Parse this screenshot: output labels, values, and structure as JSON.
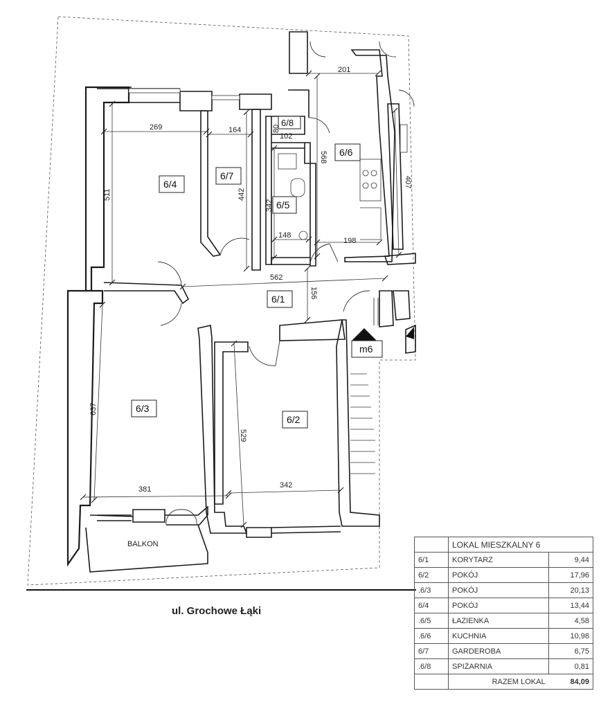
{
  "rooms": {
    "r61": "6/1",
    "r62": "6/2",
    "r63": "6/3",
    "r64": "6/4",
    "r65": "6/5",
    "r66": "6/6",
    "r67": "6/7",
    "r68": "6/8"
  },
  "dims": {
    "d201": "201",
    "d269": "269",
    "d164": "164",
    "d102": "102",
    "d80": "80",
    "d568": "568",
    "d511": "511",
    "d442": "442",
    "d342v": "342",
    "d148": "148",
    "d198": "198",
    "d407": "407",
    "d562": "562",
    "d156": "156",
    "d637": "637",
    "d529": "529",
    "d381": "381",
    "d342h": "342"
  },
  "labels": {
    "staircase": "m6",
    "balcony": "BALKON",
    "street": "ul. Grochowe Łąki"
  },
  "legend": {
    "title": "LOKAL MIESZKALNY 6",
    "rows": [
      {
        "code": "6/1",
        "name": "KORYTARZ",
        "area": "9,44"
      },
      {
        "code": "6/2",
        "name": "POKÓJ",
        "area": "17,96"
      },
      {
        "code": ".6/3",
        "name": "POKÓJ",
        "area": "20,13"
      },
      {
        "code": "6/4",
        "name": "POKÓJ",
        "area": "13,44"
      },
      {
        "code": ".6/5",
        "name": "ŁAZIENKA",
        "area": "4,58"
      },
      {
        "code": ".6/6",
        "name": "KUCHNIA",
        "area": "10,98"
      },
      {
        "code": "6/7",
        "name": "GARDEROBA",
        "area": "6,75"
      },
      {
        "code": ".6/8",
        "name": "SPIŻARNIA",
        "area": "0,81"
      }
    ],
    "total_label": "RAZEM LOKAL",
    "total_value": "84,09"
  }
}
